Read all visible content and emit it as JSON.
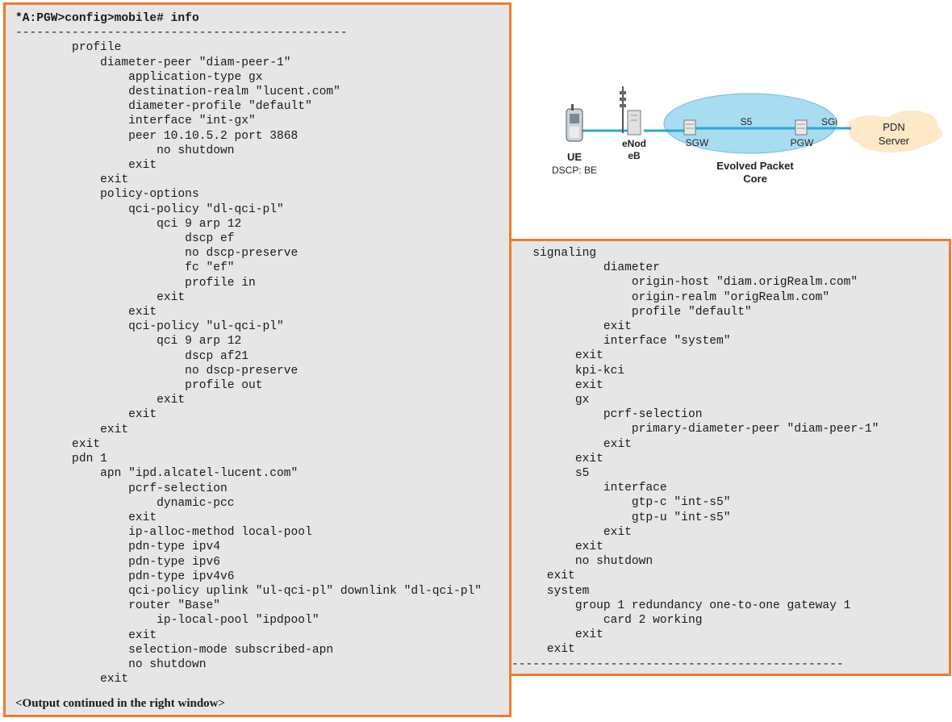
{
  "left_window": {
    "prompt": "*A:PGW>config>mobile# info",
    "separator": "-----------------------------------------------",
    "lines": [
      "        profile",
      "            diameter-peer \"diam-peer-1\"",
      "                application-type gx",
      "                destination-realm \"lucent.com\"",
      "                diameter-profile \"default\"",
      "                interface \"int-gx\"",
      "                peer 10.10.5.2 port 3868",
      "                    no shutdown",
      "                exit",
      "            exit",
      "            policy-options",
      "                qci-policy \"dl-qci-pl\"",
      "                    qci 9 arp 12",
      "                        dscp ef",
      "                        no dscp-preserve",
      "                        fc \"ef\"",
      "                        profile in",
      "                    exit",
      "                exit",
      "                qci-policy \"ul-qci-pl\"",
      "                    qci 9 arp 12",
      "                        dscp af21",
      "                        no dscp-preserve",
      "                        profile out",
      "                    exit",
      "                exit",
      "            exit",
      "        exit",
      "        pdn 1",
      "            apn \"ipd.alcatel-lucent.com\"",
      "                pcrf-selection",
      "                    dynamic-pcc",
      "                exit",
      "                ip-alloc-method local-pool",
      "                pdn-type ipv4",
      "                pdn-type ipv6",
      "                pdn-type ipv4v6",
      "                qci-policy uplink \"ul-qci-pl\" downlink \"dl-qci-pl\"",
      "                router \"Base\"",
      "                    ip-local-pool \"ipdpool\"",
      "                exit",
      "                selection-mode subscribed-apn",
      "                no shutdown",
      "            exit"
    ],
    "footer": "<Output continued in the right window>"
  },
  "right_window": {
    "lines": [
      "   signaling",
      "             diameter",
      "                 origin-host \"diam.origRealm.com\"",
      "                 origin-realm \"origRealm.com\"",
      "                 profile \"default\"",
      "             exit",
      "             interface \"system\"",
      "         exit",
      "         kpi-kci",
      "         exit",
      "         gx",
      "             pcrf-selection",
      "                 primary-diameter-peer \"diam-peer-1\"",
      "             exit",
      "         exit",
      "         s5",
      "             interface",
      "                 gtp-c \"int-s5\"",
      "                 gtp-u \"int-s5\"",
      "             exit",
      "         exit",
      "         no shutdown",
      "     exit",
      "     system",
      "         group 1 redundancy one-to-one gateway 1",
      "             card 2 working",
      "         exit",
      "     exit",
      "-----------------------------------------------"
    ]
  },
  "diagram": {
    "ue_label": "UE",
    "ue_sublabel": "DSCP: BE",
    "enodeb_label_1": "eNod",
    "enodeb_label_2": "eB",
    "sgw_label": "SGW",
    "s5_label": "S5",
    "pgw_label": "PGW",
    "sgi_label": "SGi",
    "epc_label_1": "Evolved Packet",
    "epc_label_2": "Core",
    "pdn_label_1": "PDN",
    "pdn_label_2": "Server",
    "colors": {
      "cloud": "#a8dcf0",
      "link": "#2aa8d8",
      "pdn_cloud": "#fde8c8"
    }
  }
}
